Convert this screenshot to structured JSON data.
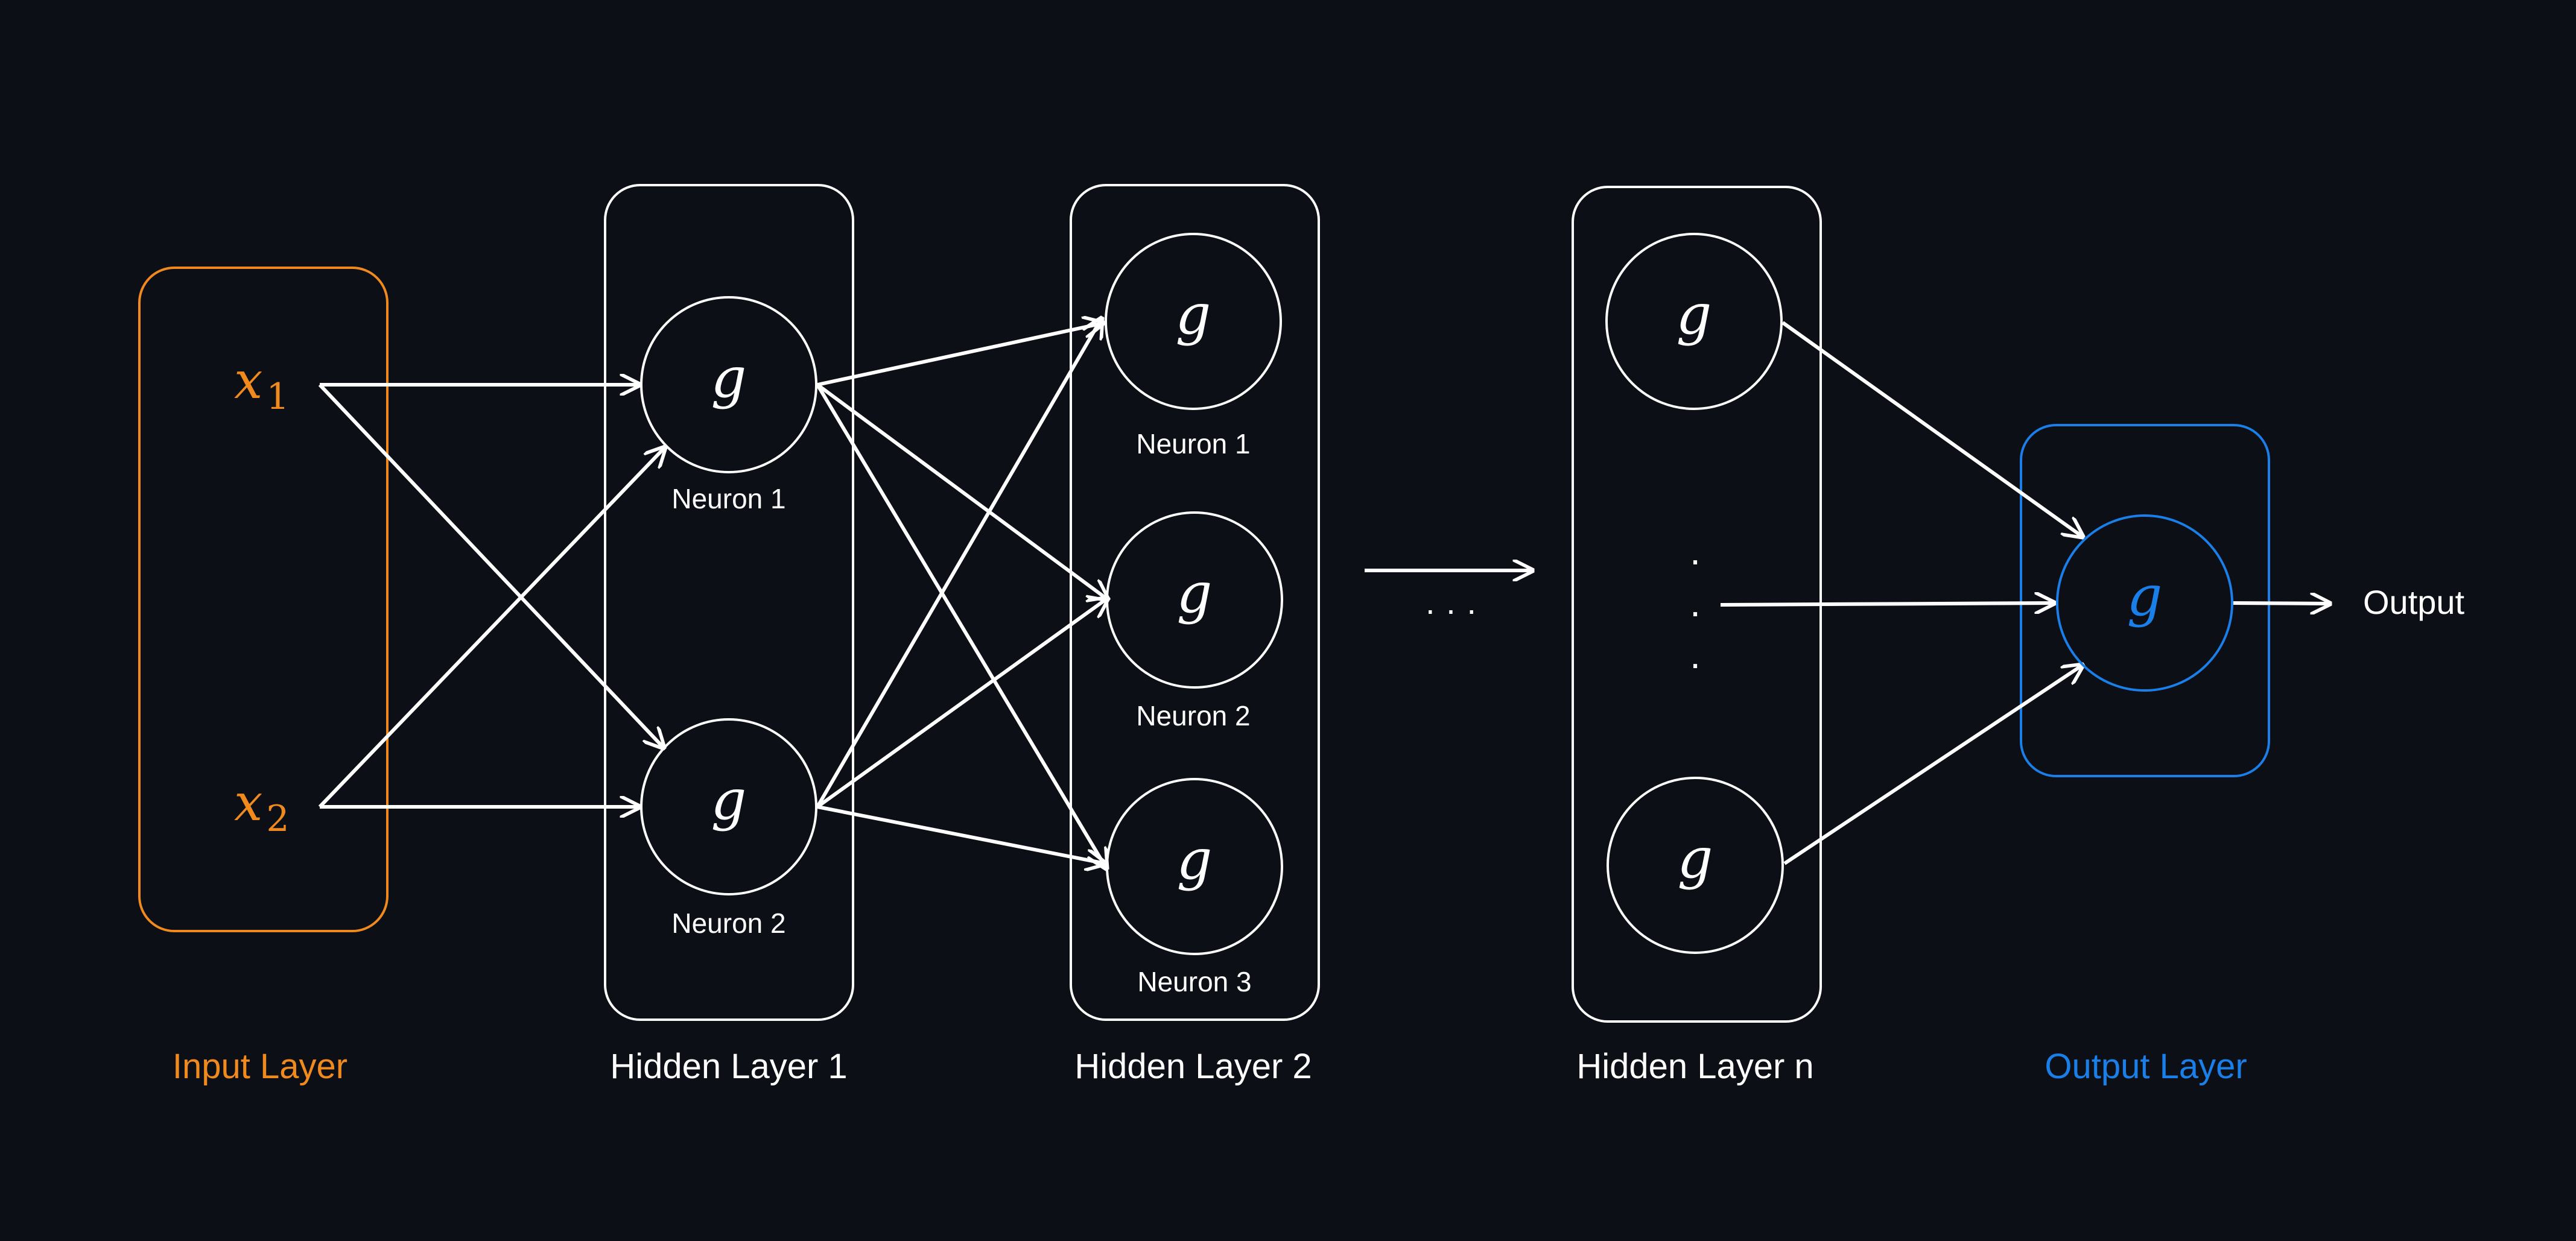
{
  "colors": {
    "background": "#0c0f15",
    "foreground": "#ffffff",
    "input": "#f08a1e",
    "output": "#1a7fe8"
  },
  "inputs": {
    "x1": {
      "base": "x",
      "sub": "1"
    },
    "x2": {
      "base": "x",
      "sub": "2"
    }
  },
  "neuron_symbol": "g",
  "neuron_labels": {
    "h1_1": "Neuron 1",
    "h1_2": "Neuron 2",
    "h2_1": "Neuron 1",
    "h2_2": "Neuron 2",
    "h2_3": "Neuron 3"
  },
  "ellipsis": {
    "horizontal": "· · ·",
    "vertical": "·"
  },
  "output_text": "Output",
  "layer_labels": {
    "input": "Input Layer",
    "hidden1": "Hidden Layer 1",
    "hidden2": "Hidden Layer 2",
    "hiddenN": "Hidden Layer n",
    "output": "Output Layer"
  },
  "icons": {
    "arrowhead": "arrowhead-icon"
  }
}
